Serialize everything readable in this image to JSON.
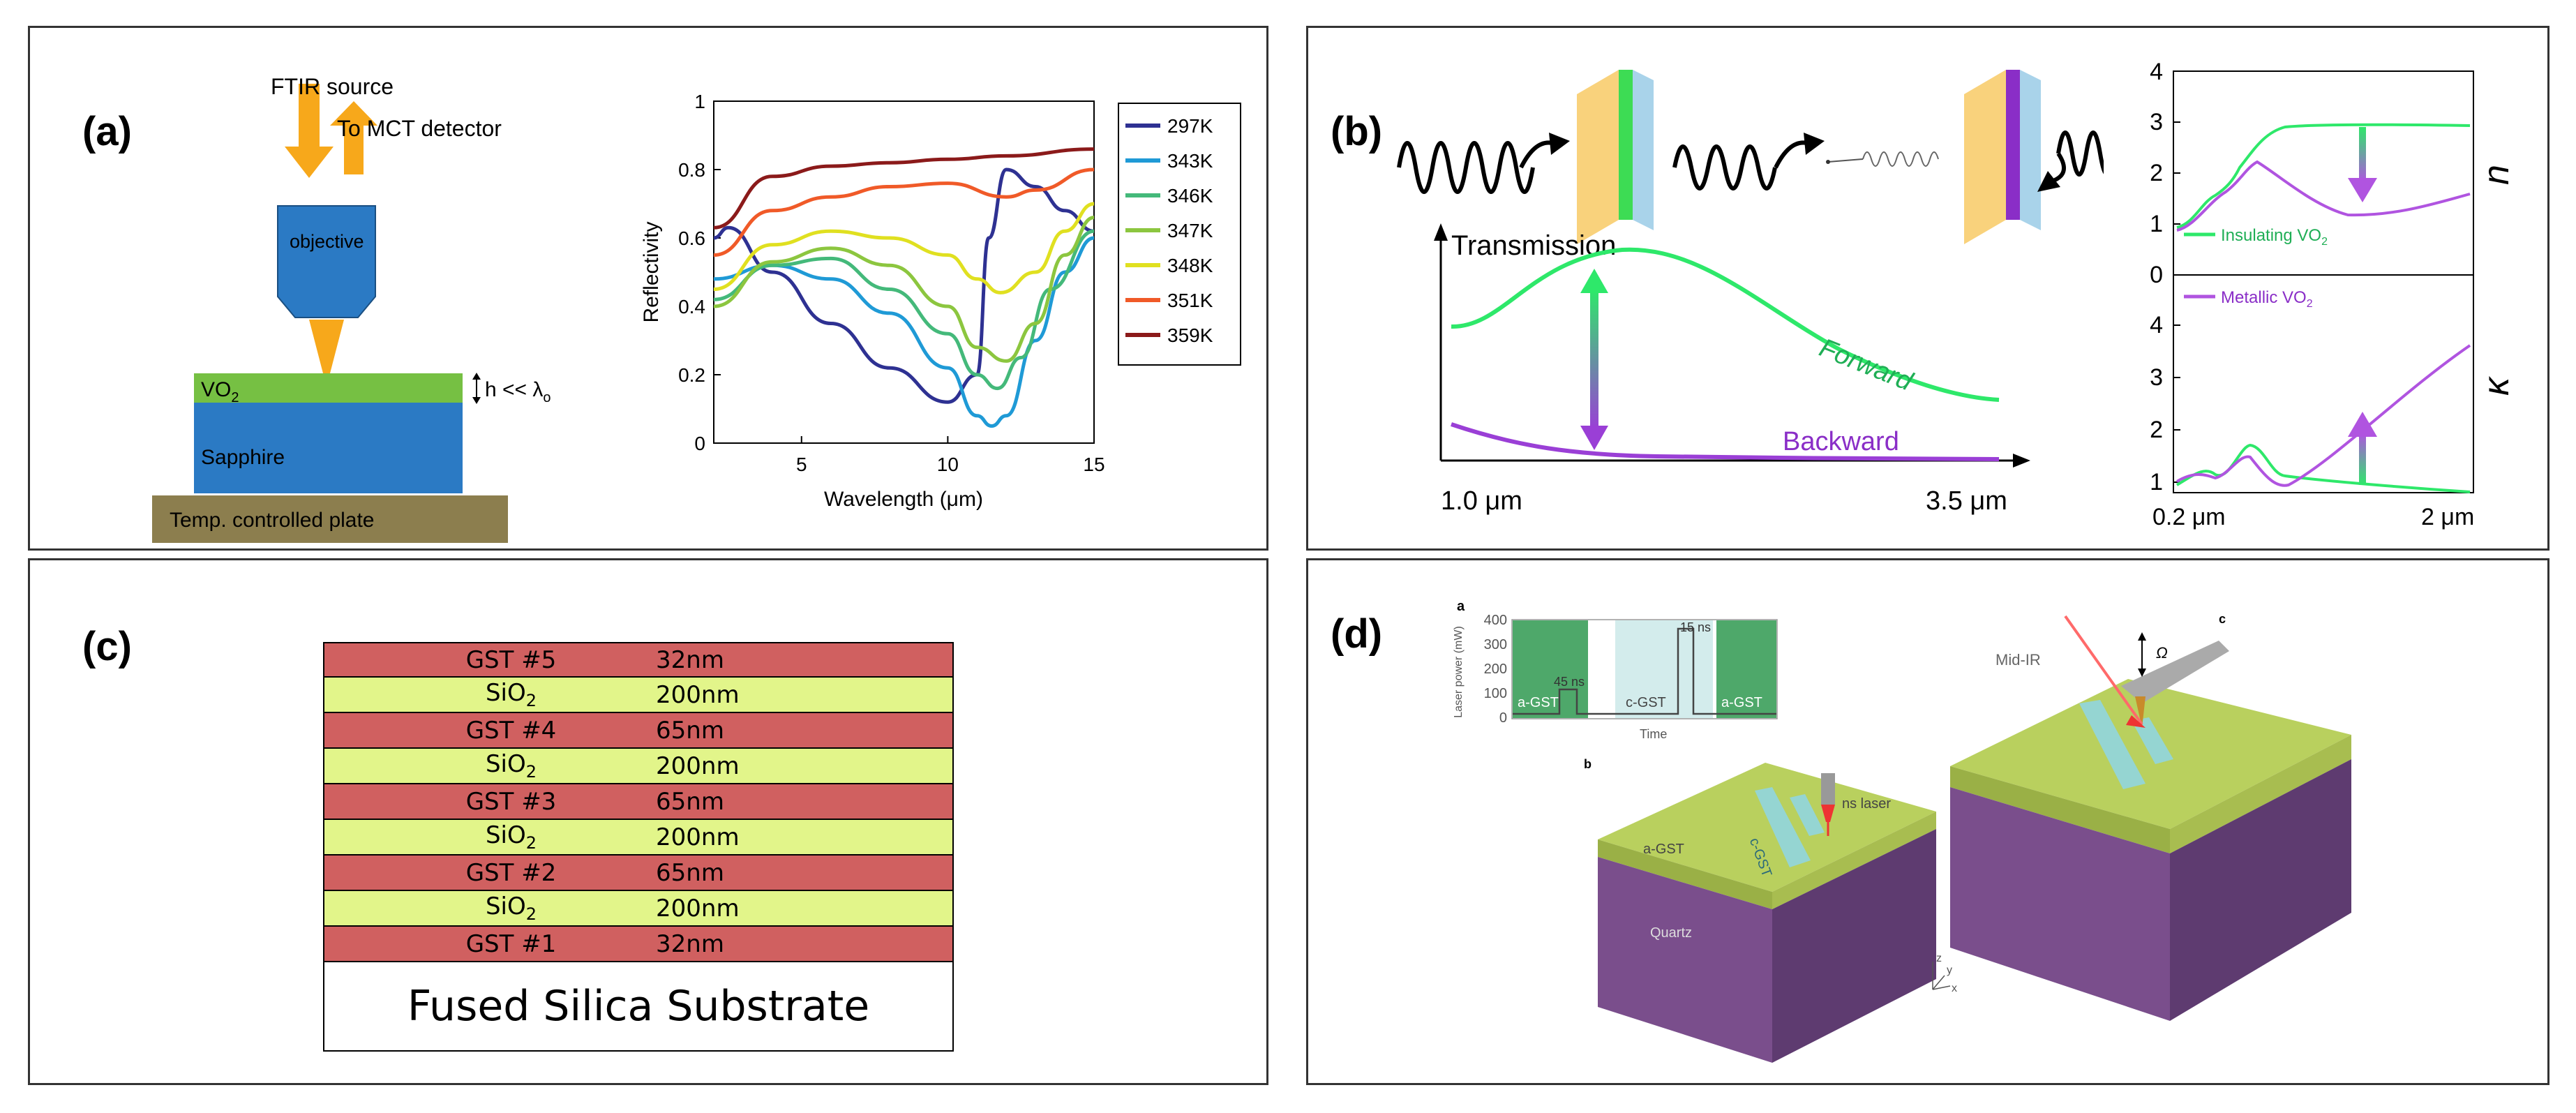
{
  "panels": {
    "a": {
      "label": "(a)",
      "setup": {
        "source": "FTIR source",
        "detector": "To MCT detector",
        "objective": "objective",
        "film": "VO",
        "film_sub": "2",
        "thickness": "h << λ",
        "thickness_sub": "o",
        "substrate": "Sapphire",
        "plate": "Temp. controlled plate"
      },
      "chart_data": {
        "type": "line",
        "xlabel": "Wavelength (μm)",
        "ylabel": "Reflectivity",
        "xlim": [
          2,
          15
        ],
        "ylim": [
          0,
          1
        ],
        "xticks": [
          "5",
          "10",
          "15"
        ],
        "yticks": [
          "0",
          "0.2",
          "0.4",
          "0.6",
          "0.8",
          "1"
        ],
        "legend_position": "right",
        "series": [
          {
            "name": "297K",
            "color": "#2e3192",
            "x": [
              2,
              2.5,
              4,
              6,
              8,
              10,
              11,
              11.4,
              12,
              13,
              14,
              15
            ],
            "y": [
              0.6,
              0.63,
              0.5,
              0.35,
              0.22,
              0.12,
              0.2,
              0.6,
              0.8,
              0.75,
              0.68,
              0.62
            ]
          },
          {
            "name": "343K",
            "color": "#1f9ad6",
            "x": [
              2,
              4,
              6,
              8,
              10,
              11,
              11.5,
              12,
              13,
              14,
              15
            ],
            "y": [
              0.48,
              0.52,
              0.48,
              0.38,
              0.22,
              0.08,
              0.05,
              0.08,
              0.3,
              0.5,
              0.6
            ]
          },
          {
            "name": "346K",
            "color": "#44b97a",
            "x": [
              2,
              4,
              6,
              8,
              10,
              11,
              11.7,
              12.5,
              13.5,
              15
            ],
            "y": [
              0.42,
              0.52,
              0.54,
              0.45,
              0.32,
              0.2,
              0.16,
              0.25,
              0.45,
              0.62
            ]
          },
          {
            "name": "347K",
            "color": "#8cc63f",
            "x": [
              2,
              4,
              6,
              8,
              10,
              11,
              12,
              13,
              14,
              15
            ],
            "y": [
              0.4,
              0.53,
              0.57,
              0.52,
              0.4,
              0.28,
              0.24,
              0.35,
              0.55,
              0.66
            ]
          },
          {
            "name": "348K",
            "color": "#e0e020",
            "x": [
              2,
              4,
              6,
              8,
              10,
              11,
              11.8,
              13,
              14,
              15
            ],
            "y": [
              0.45,
              0.58,
              0.62,
              0.6,
              0.55,
              0.48,
              0.44,
              0.5,
              0.62,
              0.7
            ]
          },
          {
            "name": "351K",
            "color": "#f05a28",
            "x": [
              2,
              4,
              6,
              8,
              10,
              12,
              13,
              15
            ],
            "y": [
              0.55,
              0.68,
              0.72,
              0.75,
              0.76,
              0.72,
              0.74,
              0.8
            ]
          },
          {
            "name": "359K",
            "color": "#8b1a1a",
            "x": [
              2,
              4,
              6,
              8,
              10,
              12,
              15
            ],
            "y": [
              0.63,
              0.78,
              0.81,
              0.82,
              0.83,
              0.84,
              0.86
            ]
          }
        ]
      }
    },
    "b": {
      "label": "(b)",
      "transmission_title": "Transmission",
      "forward": "Forward",
      "backward": "Backward",
      "x_start": "1.0 μm",
      "x_end": "3.5 μm",
      "n_symbol": "n",
      "k_symbol": "κ",
      "n_yticks": [
        "4",
        "3",
        "2",
        "1",
        "0"
      ],
      "k_yticks": [
        "4",
        "3",
        "2",
        "1"
      ],
      "legend_insulating": "Insulating VO",
      "legend_metallic": "Metallic VO",
      "legend_sub": "2",
      "right_x_start": "0.2 μm",
      "right_x_end": "2 μm"
    },
    "c": {
      "label": "(c)",
      "layers": [
        {
          "name": "GST #5",
          "thickness": "32nm",
          "type": "gst"
        },
        {
          "name": "SiO",
          "sub": "2",
          "thickness": "200nm",
          "type": "sio2"
        },
        {
          "name": "GST #4",
          "thickness": "65nm",
          "type": "gst"
        },
        {
          "name": "SiO",
          "sub": "2",
          "thickness": "200nm",
          "type": "sio2"
        },
        {
          "name": "GST #3",
          "thickness": "65nm",
          "type": "gst"
        },
        {
          "name": "SiO",
          "sub": "2",
          "thickness": "200nm",
          "type": "sio2"
        },
        {
          "name": "GST #2",
          "thickness": "65nm",
          "type": "gst"
        },
        {
          "name": "SiO",
          "sub": "2",
          "thickness": "200nm",
          "type": "sio2"
        },
        {
          "name": "GST #1",
          "thickness": "32nm",
          "type": "gst"
        }
      ],
      "substrate": "Fused Silica Substrate",
      "colors": {
        "gst": "#d06060",
        "sio2": "#e2f58a"
      }
    },
    "d": {
      "label": "(d)",
      "sub_a": "a",
      "sub_b": "b",
      "sub_c": "c",
      "ylabel": "Laser power (mW)",
      "yticks": [
        "400",
        "300",
        "200",
        "100",
        "0"
      ],
      "xlabel": "Time",
      "pulse1": "45 ns",
      "pulse2": "15 ns",
      "state1": "a-GST",
      "state2": "c-GST",
      "state3": "a-GST",
      "laser": "ns laser",
      "cgst": "c-GST",
      "agst": "a-GST",
      "quartz": "Quartz",
      "midir": "Mid-IR",
      "omega": "Ω",
      "axis_z": "z",
      "axis_y": "y",
      "axis_x": "x"
    }
  }
}
